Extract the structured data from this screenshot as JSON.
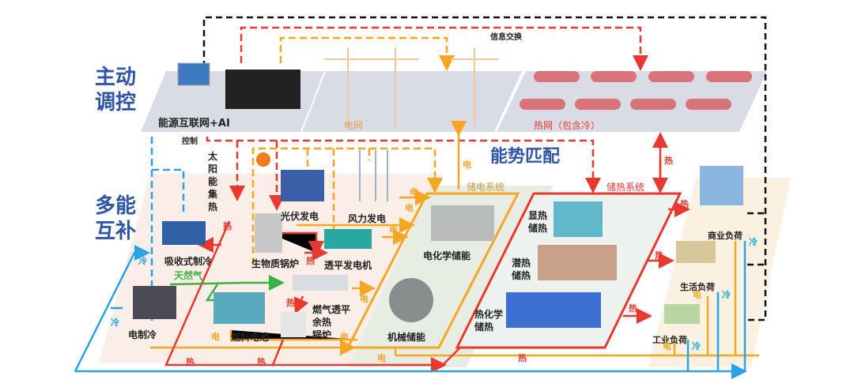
{
  "sections": {
    "active_control": "主动\n调控",
    "multi_energy": "多能\n互补",
    "energy_match": "能势匹配"
  },
  "top": {
    "ai_platform": "能源互联网+AI",
    "control": "控制",
    "power_grid": "电网",
    "heat_grid": "热网（包含冷）",
    "info_exchange": "信息交换"
  },
  "sources": {
    "solar_thermal": "太阳能集热",
    "pv": "光伏发电",
    "wind": "风力发电",
    "absorption_chiller": "吸收式制冷",
    "biomass_boiler": "生物质锅炉",
    "turbine_generator": "透平发电机",
    "natural_gas": "天然气",
    "gas_turbine": "燃气透平",
    "fuel_cell": "燃料电池",
    "waste_heat_boiler": "余热锅炉",
    "electric_chiller": "电制冷"
  },
  "storage": {
    "electric_system": "储电系统",
    "electrochemical": "电化学储能",
    "mechanical": "机械储能",
    "thermal_system": "储热系统",
    "sensible": "显热储热",
    "latent": "潜热储热",
    "thermochemical": "热化学储热"
  },
  "loads": {
    "commercial": "商业负荷",
    "residential": "生活负荷",
    "industrial": "工业负荷"
  },
  "flow_labels": {
    "electric": "电",
    "heat": "热",
    "cold": "冷"
  },
  "colors": {
    "electric": "#f5a623",
    "heat": "#e8382f",
    "cold": "#29a3e6",
    "gas": "#3cb043",
    "info": "#111111",
    "title": "#2e55a6"
  }
}
